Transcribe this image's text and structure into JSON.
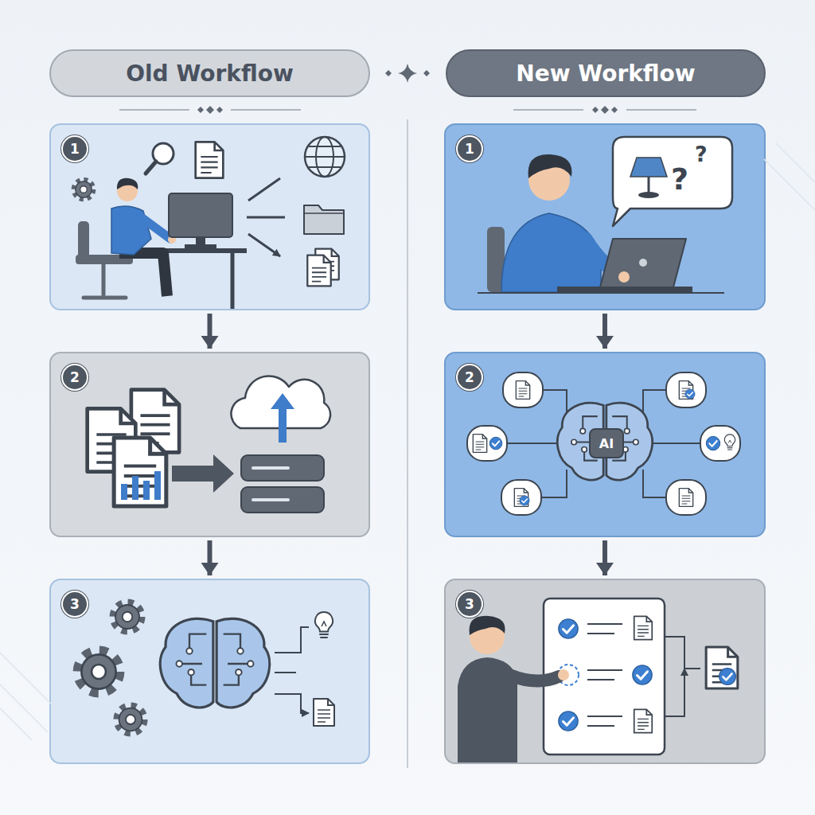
{
  "diagram": {
    "nodes": [
      {
        "text": [
          "Old Workflow"
        ]
      },
      {
        "text": [
          "1"
        ]
      },
      {
        "text": [
          "2"
        ]
      },
      {
        "text": [
          "3"
        ]
      },
      {
        "text": [
          "New Workflow"
        ]
      },
      {
        "text": [
          "1"
        ]
      },
      {
        "text": [
          "2"
        ]
      },
      {
        "text": [
          "3"
        ]
      },
      {
        "text": [
          "AI"
        ],
        "in": 6
      }
    ],
    "edges": [
      {
        "from": 1,
        "to": 2,
        "arrow": "to"
      },
      {
        "from": 2,
        "to": 3,
        "arrow": "to"
      },
      {
        "from": 5,
        "to": 6,
        "arrow": "to"
      },
      {
        "from": 6,
        "to": 7,
        "arrow": "to"
      }
    ],
    "labels": [
      "?",
      "?"
    ]
  }
}
